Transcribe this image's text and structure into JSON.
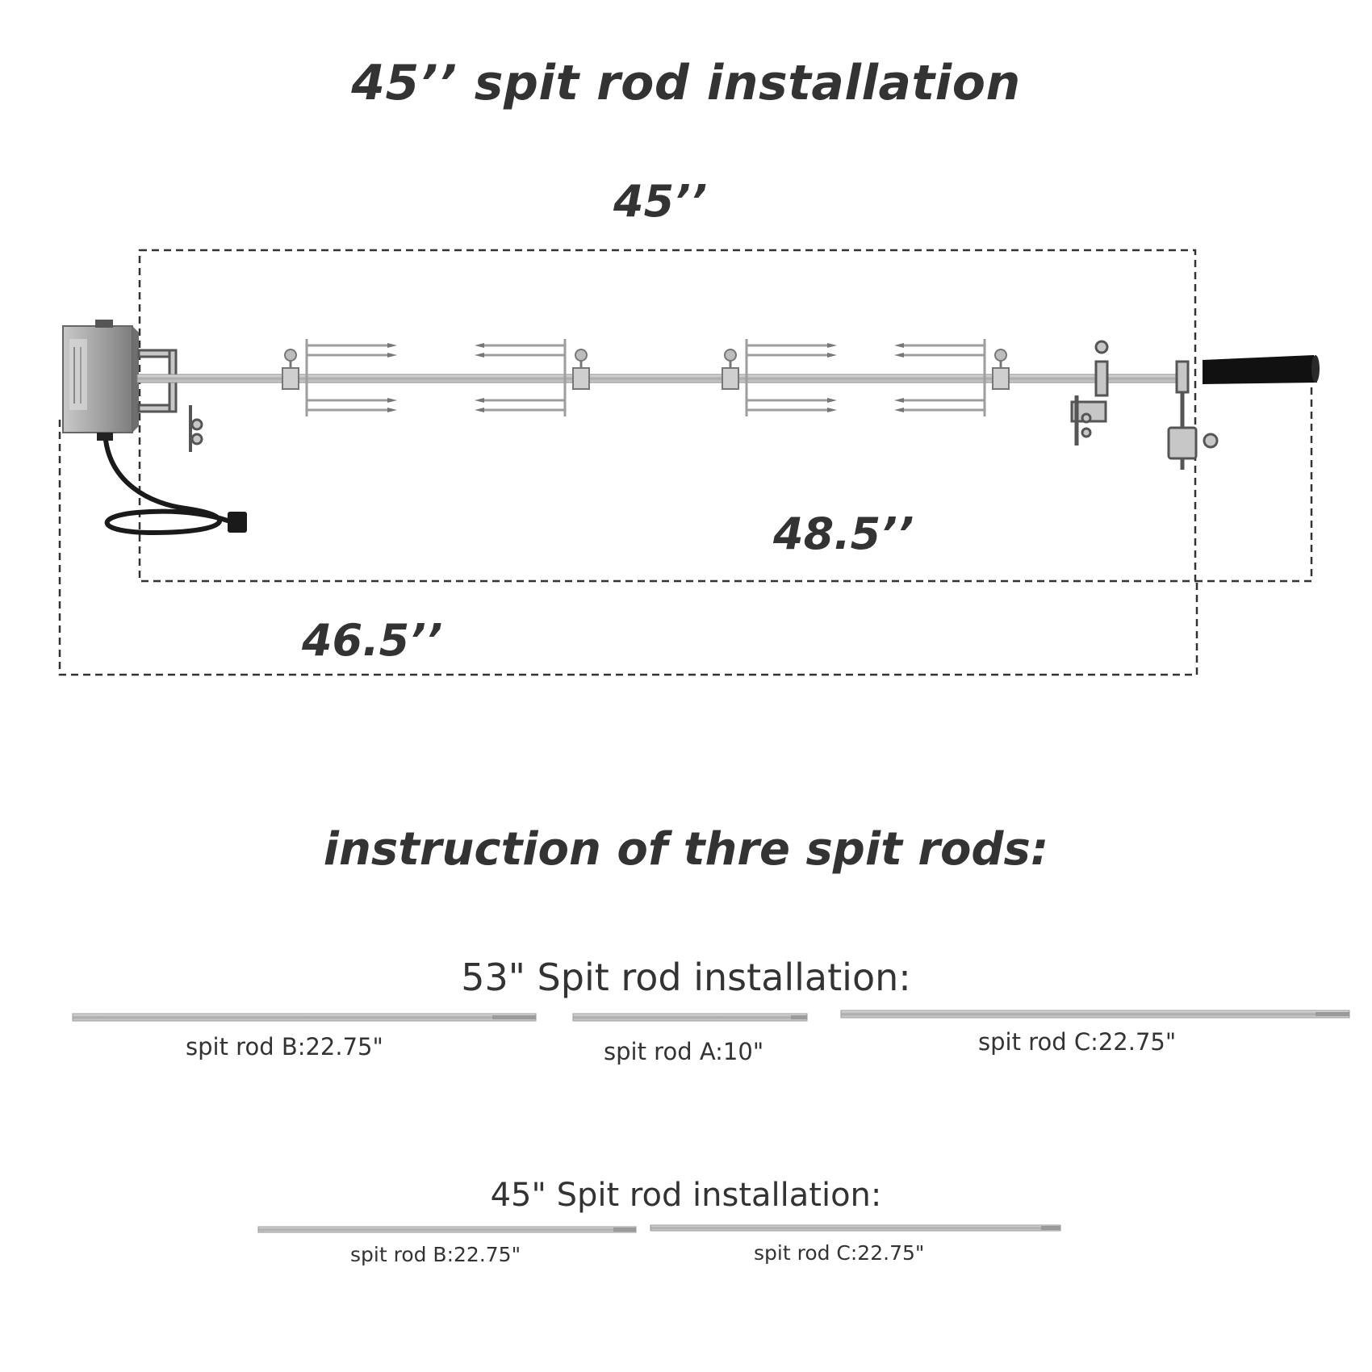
{
  "title": "45’’ spit rod installation",
  "dimensions": {
    "rod_length": "45’’",
    "handle_to_bracket": "48.5’’",
    "motor_to_bracket": "46.5’’"
  },
  "instruction_title": "instruction of thre spit rods:",
  "set_53": {
    "title": "53\" Spit rod installation:",
    "rods": [
      {
        "label": "spit rod B:22.75\""
      },
      {
        "label": "spit rod A:10\""
      },
      {
        "label": "spit rod C:22.75\""
      }
    ]
  },
  "set_45": {
    "title": "45\" Spit rod installation:",
    "rods": [
      {
        "label": "spit rod B:22.75\""
      },
      {
        "label": "spit rod C:22.75\""
      }
    ]
  },
  "colors": {
    "text": "#333333",
    "steel": "#b8b8b8",
    "steel_dark": "#8a8a8a",
    "handle": "#111111",
    "dashed_line": "#333333"
  },
  "icons": [
    "rotisserie-motor-icon",
    "power-cord-icon",
    "meat-fork-icon",
    "handle-icon",
    "bracket-icon"
  ]
}
